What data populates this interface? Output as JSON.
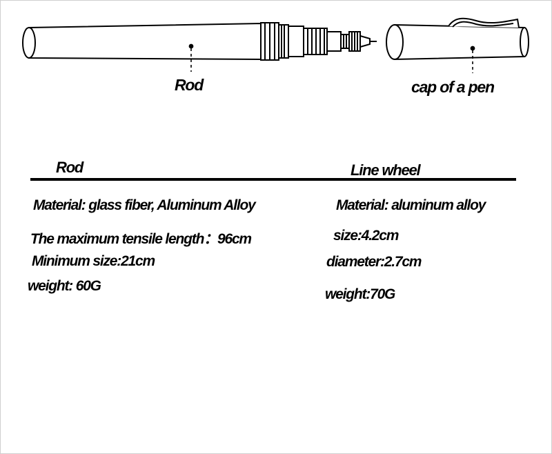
{
  "callouts": {
    "rod": "Rod",
    "cap": "cap of a pen"
  },
  "rod_spec": {
    "heading": "Rod",
    "material": "Material: glass fiber, Aluminum Alloy",
    "max_length": "The maximum tensile length：96cm",
    "min_size": "Minimum size:21cm",
    "weight": "weight: 60G"
  },
  "wheel_spec": {
    "heading": "Line wheel",
    "material": "Material: aluminum alloy",
    "size": "size:4.2cm",
    "diameter": "diameter:2.7cm",
    "weight": "weight:70G"
  }
}
